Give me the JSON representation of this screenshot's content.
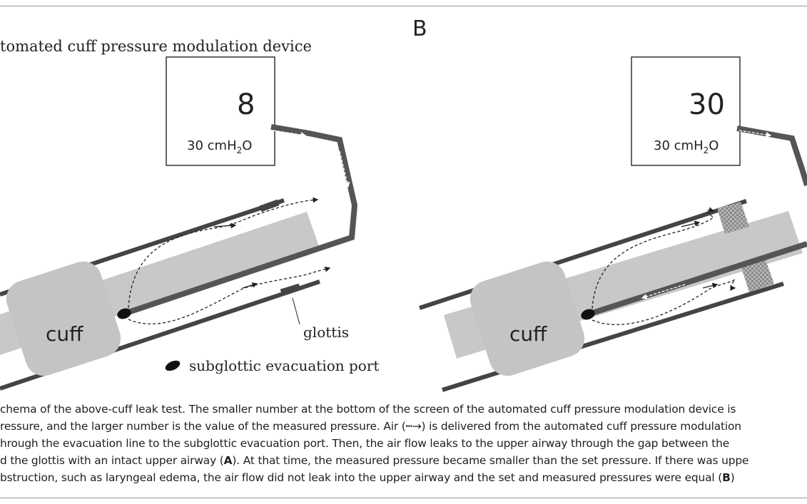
{
  "panel_b_label": "B",
  "device_title": "tomated cuff pressure modulation device",
  "panel_a": {
    "measured": "8",
    "set_value": "30",
    "set_unit_prefix": "cmH",
    "set_unit_sub": "2",
    "set_unit_suffix": "O",
    "cuff_label": "cuff",
    "glottis_label": "glottis",
    "legend_label": "subglottic evacuation port"
  },
  "panel_b": {
    "measured": "30",
    "set_value": "30",
    "set_unit_prefix": "cmH",
    "set_unit_sub": "2",
    "set_unit_suffix": "O",
    "cuff_label": "cuff"
  },
  "caption": {
    "line1": "chema of the above-cuff leak test. The smaller number at the bottom of the screen of the automated cuff pressure modulation device is",
    "line2": "ressure, and the larger number is the value of the measured pressure. Air (┉→) is delivered from the automated cuff pressure modulation",
    "line3": "hrough the evacuation line to the subglottic evacuation port. Then, the air flow leaks to the upper airway through the gap between the",
    "line4_pre": "d the glottis with an intact upper airway (",
    "line4_bold": "A",
    "line4_post": "). At that time, the measured pressure became smaller than the set pressure. If there was uppe",
    "line5_pre": "bstruction, such as laryngeal edema, the air flow did not leak into the upper airway and the set and measured pressures were equal (",
    "line5_bold": "B",
    "line5_post": ")"
  }
}
